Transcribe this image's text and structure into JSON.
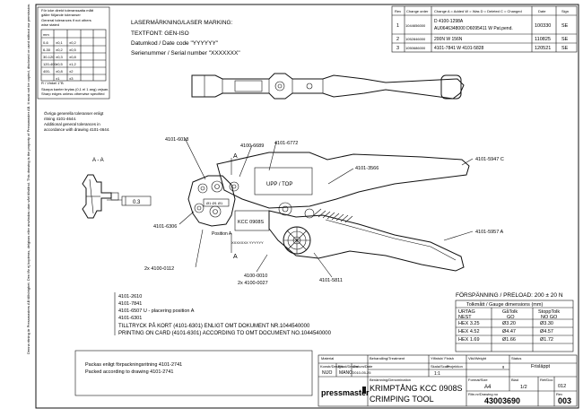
{
  "tolerance_note": {
    "line1": "För icke direkt toleranssatta mått",
    "line2": "gäller följande toleranser",
    "line3": "General tolerances if not others",
    "line4": "wise stated",
    "unit_hint": "mm",
    "rows": [
      [
        "0-6",
        "±0,1",
        "±0,2"
      ],
      [
        "6-30",
        "±0,2",
        "±0,5"
      ],
      [
        "30-120",
        "±0,3",
        "±0,8"
      ],
      [
        "120-400",
        "±0,5",
        "±1,2"
      ],
      [
        "400-",
        "±0,8",
        "±2"
      ],
      [
        "",
        "±1",
        "±3"
      ]
    ],
    "r_note": "R / Vinkel 1°B",
    "sharp_line1": "Skarpa kanter brytas (0,1 el 1 ang) vejsan.",
    "sharp_line2": "Sharp edges unless otherwise specified"
  },
  "general_note": {
    "line1": "Övriga generella toleranser enligt",
    "line2": "ritning 4101-4644.",
    "line3": "Additional general tolerances in",
    "line4": "accordance with drawing 4101-4644."
  },
  "laser_marking": {
    "title": "LASERMÄRKNING/LASER MARKING:",
    "font": "TEXTFONT: GEN-ISO",
    "date_code": "Datumkod / Date code \"YYYYYY\"",
    "serial": "Serienummer / Serial number \"XXXXXXX\""
  },
  "revision_table": {
    "headers": [
      "Rev",
      "Change order",
      "Change    A = Added    W = Was    D = Deleted    C = Changed",
      "Date",
      "Sign"
    ],
    "rows": [
      {
        "rev": "1",
        "order": "1044656000",
        "change": "D 4100-1298A",
        "change2": "AU0646348000 D6095411 W  Pat.pend.",
        "date": "100330",
        "sign": "SE"
      },
      {
        "rev": "2",
        "order": "1052846000",
        "change": "200N W 156N",
        "change2": "",
        "date": "110825",
        "sign": "SE"
      },
      {
        "rev": "3",
        "order": "1050686000",
        "change": "4101-7841 W 4101-5828",
        "change2": "",
        "date": "120521",
        "sign": "SE"
      }
    ]
  },
  "part_labels": {
    "p6018": "4101-6018",
    "p6689": "4100-6689",
    "p6772": "4101-6772",
    "p3566": "4101-3566",
    "p5947": "4101-5947 C",
    "p6306": "4101-6306",
    "p5957": "4101-5957 A",
    "p0112": "2x 4100-0112",
    "p0010": "4100-0010",
    "p0027": "2x 4100-0027",
    "p5811": "4101-5811",
    "section_a": "A - A",
    "a_mark": "A",
    "dim_03": "0.3",
    "upp_top": "UPP / TOP",
    "kcc_text": "KCC 0908S",
    "pos_a": "Position A",
    "serial_stamp": "XXXXXXX YYYYYY"
  },
  "parts_list_note": {
    "l1": "4101-2610",
    "l2": "4101-7841",
    "l3": "4101-6507 U - placering position A",
    "l4": "4101-6301",
    "l5": "TILLTRYCK PÅ KORT (4101-6301) ENLIGT OMT DOKUMENT NR.1044540000",
    "l6": "PRINTING ON CARD (4101-6301) ACCORDING TO OMT DOCUMENT NO.1044540000"
  },
  "preload_table": {
    "title": "FÖRSPÄNNING / PRELOAD: 200 ± 20 N",
    "subtitle": "Tolkmått / Gauge dimensions (mm)",
    "col_headers": [
      "URTAG",
      "GåTolk",
      "StoppTolk"
    ],
    "col_headers2": [
      "NEST",
      "GO",
      "NO GO"
    ],
    "rows": [
      [
        "HEX 3.25",
        "Ø3.20",
        "Ø3.30"
      ],
      [
        "HEX 4.52",
        "Ø4.47",
        "Ø4.57"
      ],
      [
        "HEX 1.69",
        "Ø1.66",
        "Ø1.72"
      ]
    ]
  },
  "packing_note": {
    "l1": "Packas enligt förpackningsritning 4101-2741",
    "l2": "Packed according to drawing 4101-2741"
  },
  "title_block": {
    "brand": "pressmaster",
    "top_labels": [
      "Material",
      "Behandling/Treatment",
      "Ytfinish/ Finish",
      "Vikt/Weight",
      "Status"
    ],
    "status_value": "Frisläppt",
    "designer_labels": [
      "Konstr/Design",
      "Ritad/Drawn",
      "Datum/Date",
      "Skala/Scale",
      "Projektion",
      "Ritn. nr/Drw.nr"
    ],
    "designer_values": [
      "NIJO",
      "MANO",
      "2010-05-25",
      "1:1",
      "",
      ""
    ],
    "title_label": "Benämning/Denomination",
    "title1": "KRIMPTÅNG KCC 0908S",
    "title2": "CRIMPING TOOL",
    "format_label": "Format/Size",
    "format": "A4",
    "sheet_label": "Blad",
    "sheet": "1/2",
    "drawing_no_label": "Ritn.nr/Drawing no",
    "drawing_no": "43003690",
    "rev_label": "Rev",
    "rev": "003",
    "ref_label": "Ref/Doc",
    "ref": "012",
    "weight_unit": "g"
  },
  "margin_note": "Denna ritning är Pressmasters AB tillhörighet. Den får ej kopieras, delgivas eller användas utan vårt tillstånd. This drawing is the property of Pressmaster AB. It must not be copied, disclosed or used without our permission."
}
